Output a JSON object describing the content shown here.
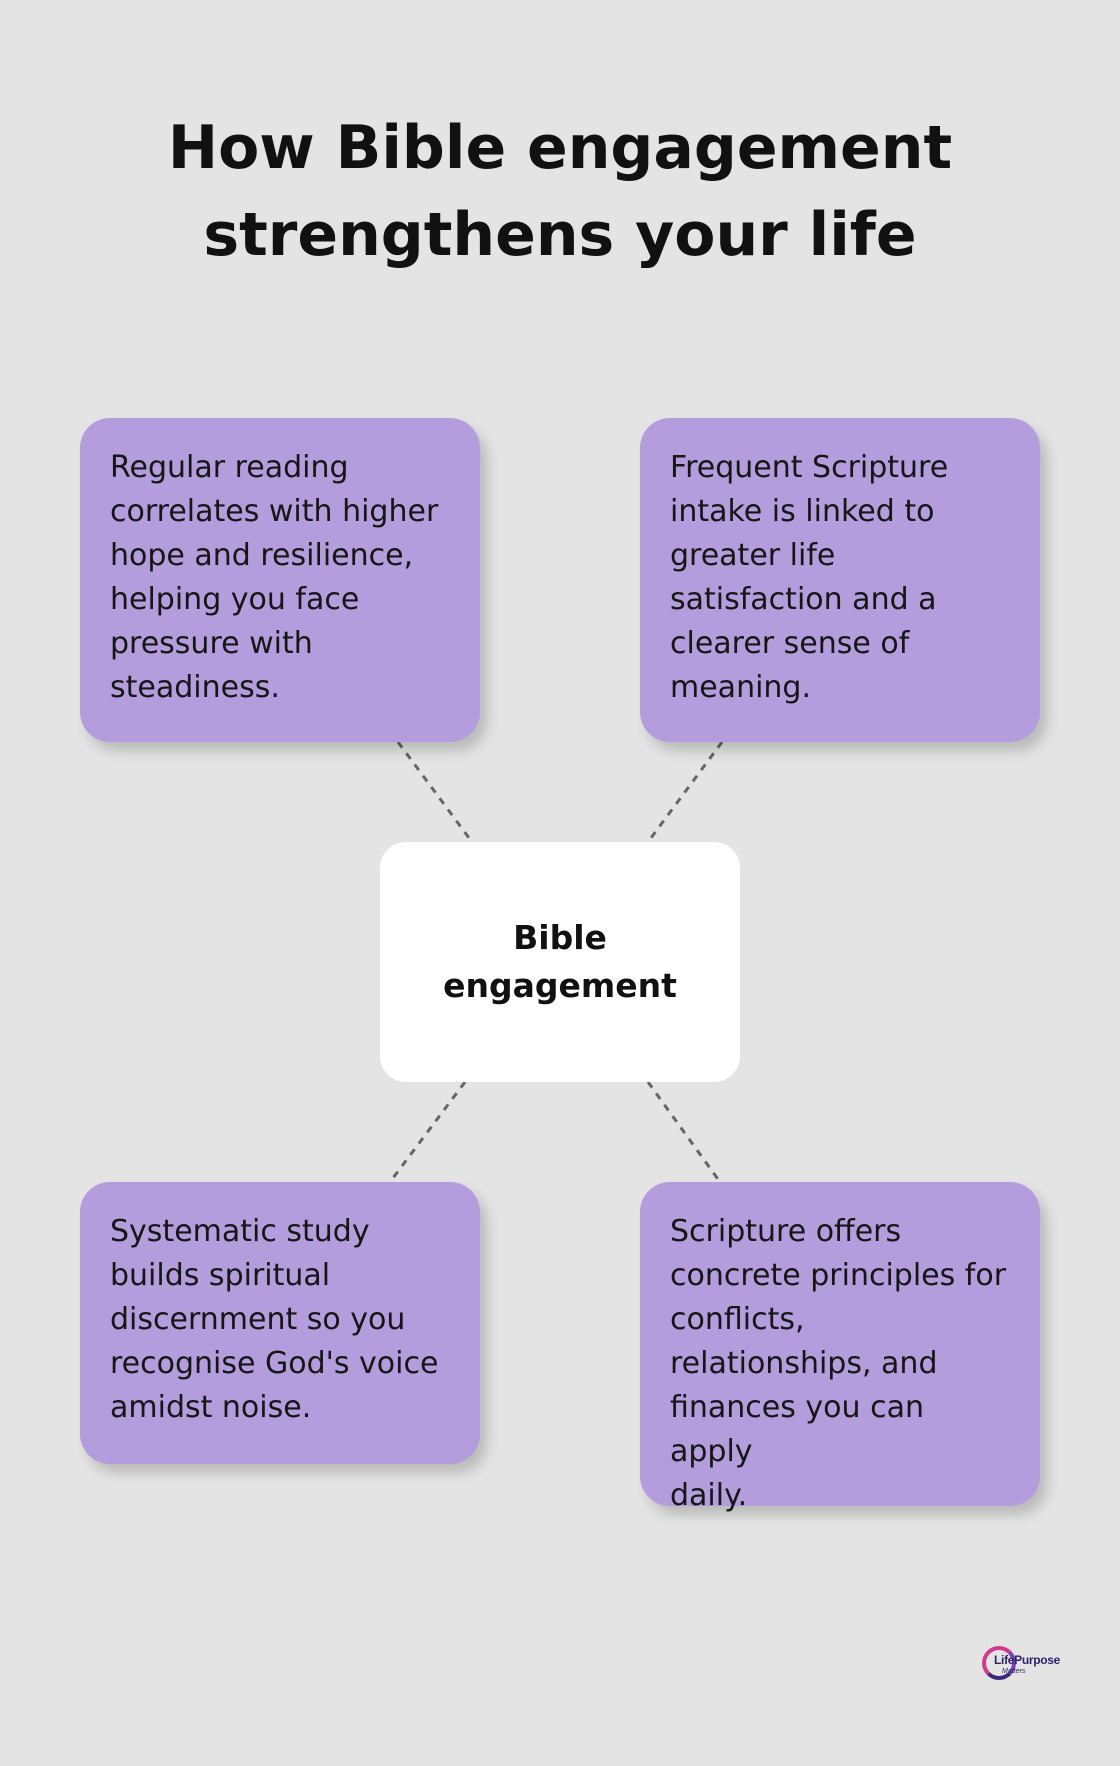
{
  "title": {
    "line1": "How Bible engagement",
    "line2": "strengthens your life"
  },
  "center": {
    "label": "Bible engagement"
  },
  "cards": [
    {
      "position": "top-left",
      "lines": [
        "Regular reading",
        "correlates with higher",
        "hope and resilience,",
        "helping you face",
        "pressure with",
        "steadiness."
      ]
    },
    {
      "position": "top-right",
      "lines": [
        "Frequent Scripture",
        "intake is linked to",
        "greater life",
        "satisfaction and a",
        "clearer sense of",
        "meaning."
      ]
    },
    {
      "position": "bottom-left",
      "lines": [
        "Systematic study",
        "builds spiritual",
        "discernment so you",
        "recognise God's voice",
        "amidst noise."
      ]
    },
    {
      "position": "bottom-right",
      "lines": [
        "Scripture offers",
        "concrete principles for",
        "conflicts,",
        "relationships, and",
        "finances you can apply",
        "daily."
      ]
    }
  ],
  "colors": {
    "background": "#e3e4e3",
    "card": "#b39ddc",
    "center": "#ffffff",
    "connector": "#666666",
    "text": "#111111"
  },
  "logo": {
    "name": "LifePurpose",
    "sub": "Matters"
  }
}
